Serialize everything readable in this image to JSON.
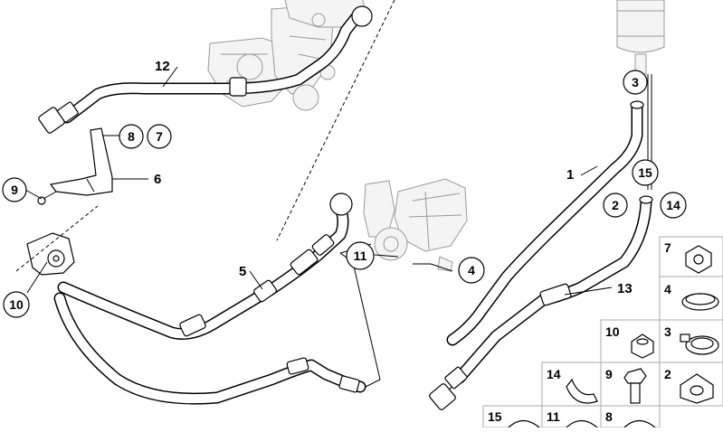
{
  "callouts": [
    {
      "id": "c1",
      "number": "1"
    },
    {
      "id": "c2",
      "number": "2"
    },
    {
      "id": "c3",
      "number": "3"
    },
    {
      "id": "c4",
      "number": "4"
    },
    {
      "id": "c5",
      "number": "5"
    },
    {
      "id": "c6",
      "number": "6"
    },
    {
      "id": "c7",
      "number": "7"
    },
    {
      "id": "c8",
      "number": "8"
    },
    {
      "id": "c9",
      "number": "9"
    },
    {
      "id": "c10",
      "number": "10"
    },
    {
      "id": "c11",
      "number": "11"
    },
    {
      "id": "c12",
      "number": "12"
    },
    {
      "id": "c13",
      "number": "13"
    },
    {
      "id": "c14",
      "number": "14"
    },
    {
      "id": "c15",
      "number": "15"
    }
  ],
  "parts_grid": [
    {
      "number": "7",
      "part": "nut"
    },
    {
      "number": "4",
      "part": "hose-clamp"
    },
    {
      "number": "10",
      "part": "nut"
    },
    {
      "number": "3",
      "part": "hose-clamp"
    },
    {
      "number": "14",
      "part": "clip"
    },
    {
      "number": "9",
      "part": "bolt"
    },
    {
      "number": "2",
      "part": "clip"
    },
    {
      "number": "15",
      "part": "seal-ring"
    },
    {
      "number": "11",
      "part": "seal-ring"
    },
    {
      "number": "8",
      "part": "seal-ring"
    }
  ]
}
